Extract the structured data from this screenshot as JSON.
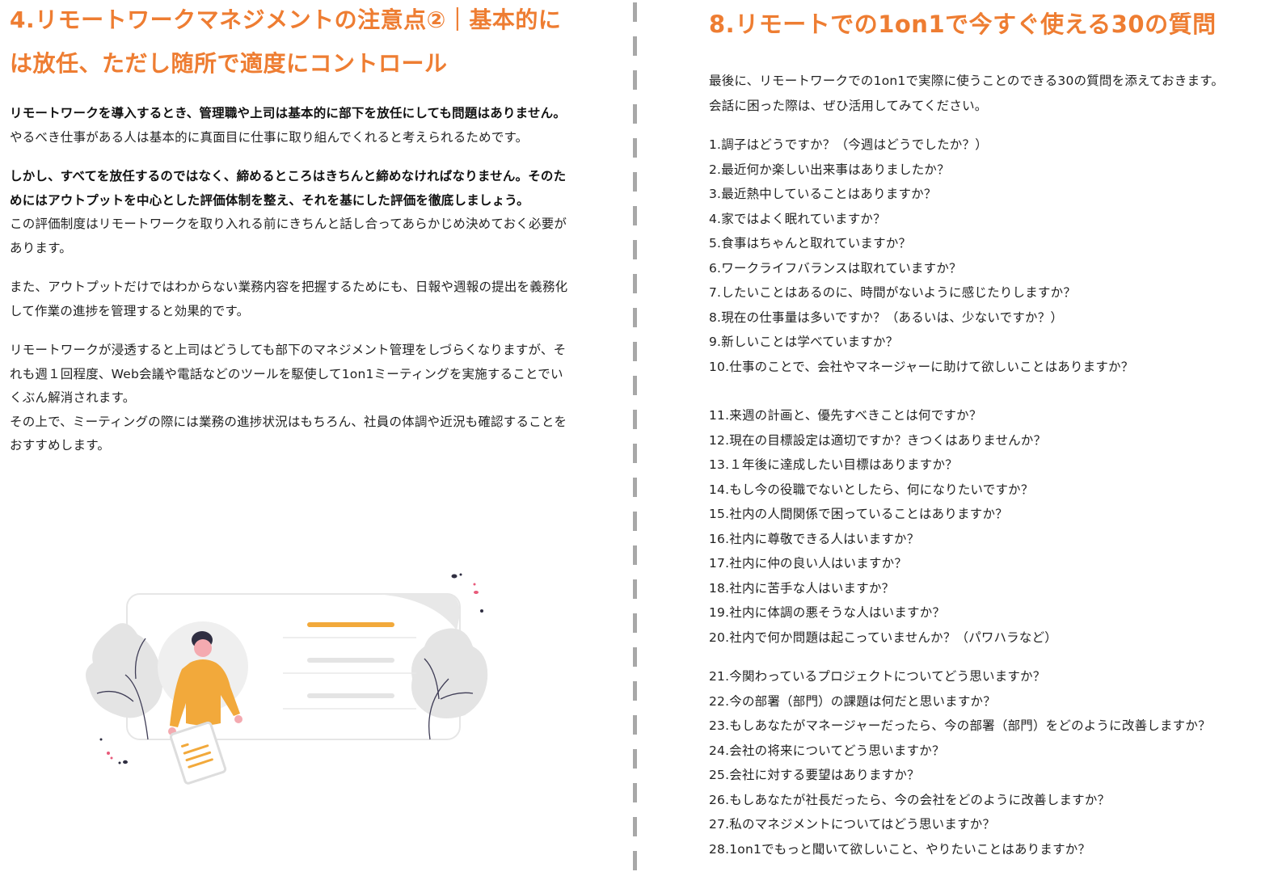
{
  "left": {
    "heading": "4.リモートワークマネジメントの注意点②｜基本的には放任、ただし随所で適度にコントロール",
    "paragraphs": [
      {
        "bold": "リモートワークを導入するとき、管理職や上司は基本的に部下を放任にしても問題はありません。",
        "normal": "やるべき仕事がある人は基本的に真面目に仕事に取り組んでくれると考えられるためです。"
      },
      {
        "bold": "しかし、すべてを放任するのではなく、締めるところはきちんと締めなければなりません。そのためにはアウトプットを中心とした評価体制を整え、それを基にした評価を徹底しましょう。",
        "normal": "この評価制度はリモートワークを取り入れる前にきちんと話し合ってあらかじめ決めておく必要があります。"
      },
      {
        "normal": "また、アウトプットだけではわからない業務内容を把握するためにも、日報や週報の提出を義務化して作業の進捗を管理すると効果的です。"
      },
      {
        "normal": "リモートワークが浸透すると上司はどうしても部下のマネジメント管理をしづらくなりますが、それも週１回程度、Web会議や電話などのツールを駆使して1on1ミーティングを実施することでいくぶん解消されます。",
        "normal2": "その上で、ミーティングの際には業務の進捗状況はもちろん、社員の体調や近況も確認することをおすすめします。"
      }
    ],
    "illustration": "person-with-document-illustration"
  },
  "right": {
    "heading": "8.リモートでの1on1で今すぐ使える30の質問",
    "intro": [
      "最後に、リモートワークでの1on1で実際に使うことのできる30の質問を添えておきます。",
      "会話に困った際は、ぜひ活用してみてください。"
    ],
    "questions_group1": [
      "1.調子はどうですか？（今週はどうでしたか？）",
      "2.最近何か楽しい出来事はありましたか？",
      "3.最近熱中していることはありますか？",
      "4.家ではよく眠れていますか？",
      "5.食事はちゃんと取れていますか？",
      "6.ワークライフバランスは取れていますか？",
      "7.したいことはあるのに、時間がないように感じたりしますか？",
      "8.現在の仕事量は多いですか？（あるいは、少ないですか？）",
      "9.新しいことは学べていますか？",
      "10.仕事のことで、会社やマネージャーに助けて欲しいことはありますか？"
    ],
    "questions_group2": [
      "11.来週の計画と、優先すべきことは何ですか？",
      "12.現在の目標設定は適切ですか？きつくはありませんか？",
      "13.１年後に達成したい目標はありますか？",
      "14.もし今の役職でないとしたら、何になりたいですか？",
      "15.社内の人間関係で困っていることはありますか？",
      "16.社内に尊敬できる人はいますか？",
      "17.社内に仲の良い人はいますか？",
      "18.社内に苦手な人はいますか？",
      "19.社内に体調の悪そうな人はいますか？",
      "20.社内で何か問題は起こっていませんか？（パワハラなど）"
    ],
    "questions_group3": [
      "21.今関わっているプロジェクトについてどう思いますか？",
      "22.今の部署（部門）の課題は何だと思いますか？",
      "23.もしあなたがマネージャーだったら、今の部署（部門）をどのように改善しますか？",
      "24.会社の将来についてどう思いますか？",
      "25.会社に対する要望はありますか？",
      "26.もしあなたが社長だったら、今の会社をどのように改善しますか？",
      "27.私のマネジメントについてはどう思いますか？",
      "28.1on1でもっと聞いて欲しいこと、やりたいことはありますか？"
    ]
  },
  "colors": {
    "heading": "#ee7d32",
    "text": "#222222",
    "divider": "#a8a8a8",
    "illustration_accent": "#f2a93b"
  }
}
